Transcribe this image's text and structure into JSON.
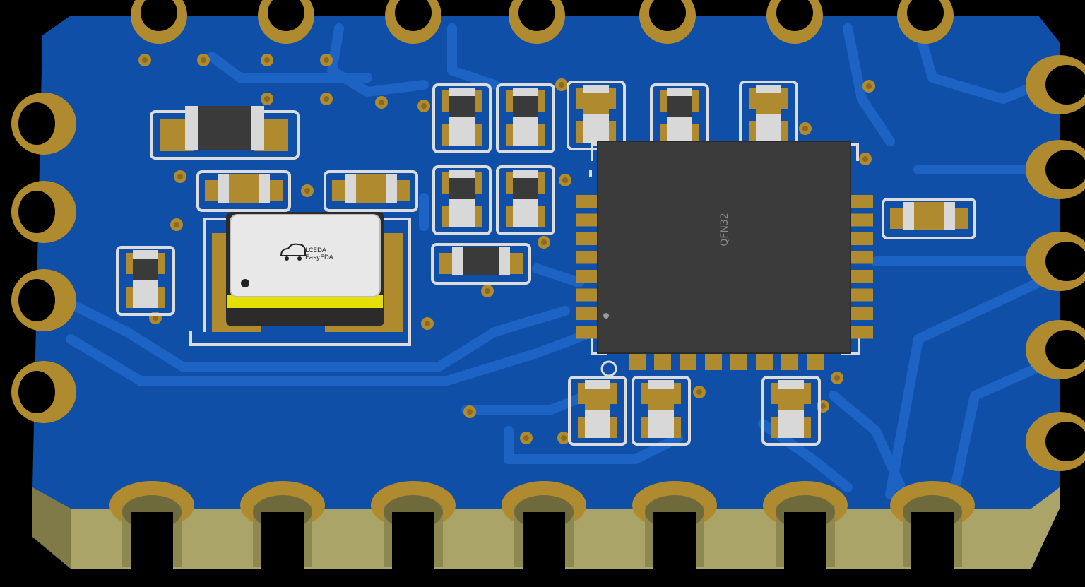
{
  "viewer": {
    "background": "#000000"
  },
  "board": {
    "colors": {
      "mask": "#0f4fa8",
      "mask_dark": "#0a3a86",
      "trace": "#1a5fbf",
      "silk": "#dcdcdc",
      "gold": "#b08a2e",
      "gold_dark": "#8a6a1f",
      "edge": "#b4ad72",
      "edge_dark": "#8d8750",
      "ic_body": "#3a3a3a",
      "ceramic": "#d8d8d8"
    }
  },
  "ic": {
    "label": "QFN32"
  },
  "crystal": {
    "logo_line1": "LCEDA",
    "logo_line2": "EasyEDA",
    "logo_icon": "cloud-car-icon"
  }
}
